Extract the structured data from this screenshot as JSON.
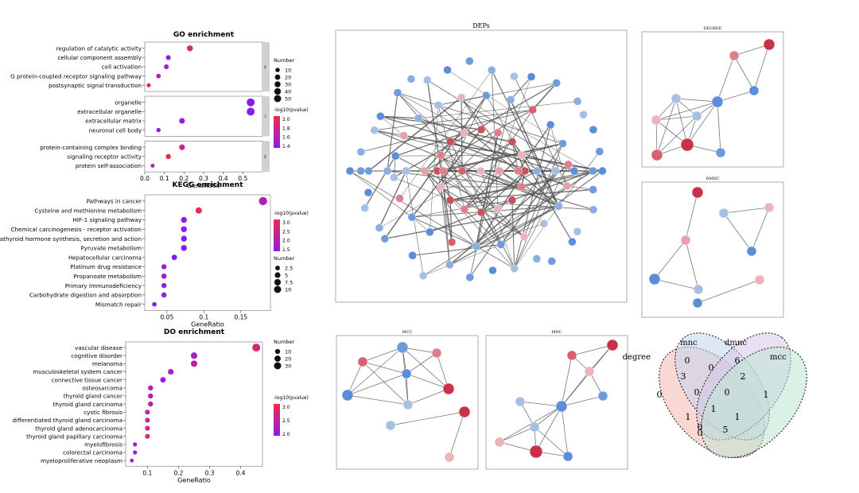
{
  "colors": {
    "low": "#8b1cf0",
    "high": "#ee2a4a",
    "node_blue": "#5b8ed8",
    "node_red": "#d03a4a",
    "frame": "#999999",
    "strip": "#d0d0d0"
  },
  "chart_data": [
    {
      "type": "scatter",
      "title": "GO enrichment",
      "xlabel": "GeneRatio",
      "xlim": [
        0,
        0.6
      ],
      "xticks": [
        0.0,
        0.1,
        0.2,
        0.3,
        0.4,
        0.5
      ],
      "facets": [
        {
          "label": "BP",
          "terms": [
            {
              "term": "regulation of catalytic activity",
              "ratio": 0.23,
              "size": 20,
              "p": 1.9
            },
            {
              "term": "cellular component assembly",
              "ratio": 0.12,
              "size": 10,
              "p": 1.4
            },
            {
              "term": "cell activation",
              "ratio": 0.11,
              "size": 10,
              "p": 1.5
            },
            {
              "term": "G protein-coupled receptor signaling pathway",
              "ratio": 0.07,
              "size": 8,
              "p": 1.7
            },
            {
              "term": "postsynaptic signal transduction",
              "ratio": 0.02,
              "size": 5,
              "p": 2.0
            }
          ]
        },
        {
          "label": "CC",
          "terms": [
            {
              "term": "organelle",
              "ratio": 0.54,
              "size": 50,
              "p": 1.3
            },
            {
              "term": "extracellular organelle",
              "ratio": 0.54,
              "size": 50,
              "p": 1.3
            },
            {
              "term": "extracellular matrix",
              "ratio": 0.19,
              "size": 18,
              "p": 1.4
            },
            {
              "term": "neuronal cell body",
              "ratio": 0.07,
              "size": 6,
              "p": 1.3
            }
          ]
        },
        {
          "label": "MF",
          "terms": [
            {
              "term": "protein-containing complex binding",
              "ratio": 0.19,
              "size": 18,
              "p": 1.8
            },
            {
              "term": "signaling receptor activity",
              "ratio": 0.12,
              "size": 12,
              "p": 2.1
            },
            {
              "term": "protein self-association",
              "ratio": 0.04,
              "size": 4,
              "p": 1.6
            }
          ]
        }
      ],
      "size_legend": {
        "title": "Number",
        "values": [
          10,
          20,
          30,
          40,
          50
        ]
      },
      "color_legend": {
        "title": "-log10(pvalue)",
        "ticks": [
          "2.0",
          "1.8",
          "1.6",
          "1.4"
        ],
        "range": [
          1.3,
          2.1
        ]
      }
    },
    {
      "type": "scatter",
      "title": "KEGG enrichment",
      "xlabel": "GeneRatio",
      "xlim": [
        0.02,
        0.19
      ],
      "xticks": [
        0.05,
        0.1,
        0.15
      ],
      "terms": [
        {
          "term": "Pathways in cancer",
          "ratio": 0.18,
          "size": 11,
          "p": 2.0
        },
        {
          "term": "Cysteine and methionine metabolism",
          "ratio": 0.093,
          "size": 5,
          "p": 3.2
        },
        {
          "term": "HIF-1 signaling pathway",
          "ratio": 0.073,
          "size": 4,
          "p": 1.3
        },
        {
          "term": "Chemical carcinogenesis - receptor activation",
          "ratio": 0.073,
          "size": 4,
          "p": 1.3
        },
        {
          "term": "Parathyroid hormone synthesis, secretion and action",
          "ratio": 0.073,
          "size": 4,
          "p": 1.3
        },
        {
          "term": "Pyruvate metabolism",
          "ratio": 0.073,
          "size": 4,
          "p": 1.3
        },
        {
          "term": "Hepatocellular carcinoma",
          "ratio": 0.06,
          "size": 3,
          "p": 1.3
        },
        {
          "term": "Platinum drug resistance",
          "ratio": 0.046,
          "size": 2.5,
          "p": 1.4
        },
        {
          "term": "Propanoate metabolism",
          "ratio": 0.046,
          "size": 2.5,
          "p": 1.5
        },
        {
          "term": "Primary immunodeficiency",
          "ratio": 0.046,
          "size": 2.5,
          "p": 1.5
        },
        {
          "term": "Carbohydrate digestion and absorption",
          "ratio": 0.046,
          "size": 2.5,
          "p": 1.4
        },
        {
          "term": "Mismatch repair",
          "ratio": 0.033,
          "size": 1.5,
          "p": 1.3
        }
      ],
      "size_legend": {
        "title": "Number",
        "values": [
          2.5,
          5.0,
          7.5,
          10.0
        ]
      },
      "color_legend": {
        "title": "-log10(pvalue)",
        "ticks": [
          "3.0",
          "2.5",
          "2.0",
          "1.5"
        ],
        "range": [
          1.3,
          3.3
        ]
      }
    },
    {
      "type": "scatter",
      "title": "DO enrichment",
      "xlabel": "GeneRatio",
      "xlim": [
        0.03,
        0.47
      ],
      "xticks": [
        0.1,
        0.2,
        0.3,
        0.4
      ],
      "terms": [
        {
          "term": "vascular disease",
          "ratio": 0.45,
          "size": 30,
          "p": 2.9
        },
        {
          "term": "cognitive disorder",
          "ratio": 0.25,
          "size": 16,
          "p": 2.1
        },
        {
          "term": "melanoma",
          "ratio": 0.25,
          "size": 16,
          "p": 2.6
        },
        {
          "term": "musculoskeletal system cancer",
          "ratio": 0.175,
          "size": 11,
          "p": 2.3
        },
        {
          "term": "connective tissue cancer",
          "ratio": 0.15,
          "size": 9,
          "p": 1.9
        },
        {
          "term": "osteosarcoma",
          "ratio": 0.11,
          "size": 7,
          "p": 2.4
        },
        {
          "term": "thyroid gland cancer",
          "ratio": 0.11,
          "size": 7,
          "p": 2.4
        },
        {
          "term": "thyroid gland carcinoma",
          "ratio": 0.11,
          "size": 7,
          "p": 2.4
        },
        {
          "term": "cystic fibrosis",
          "ratio": 0.1,
          "size": 6,
          "p": 2.6
        },
        {
          "term": "differentiated thyroid gland carcinoma",
          "ratio": 0.1,
          "size": 6,
          "p": 2.6
        },
        {
          "term": "thyroid gland adenocarcinoma",
          "ratio": 0.1,
          "size": 6,
          "p": 2.8
        },
        {
          "term": "thyroid gland papillary carcinoma",
          "ratio": 0.1,
          "size": 6,
          "p": 3.0
        },
        {
          "term": "myelofibrosis",
          "ratio": 0.06,
          "size": 3,
          "p": 1.9
        },
        {
          "term": "colorectal carcinoma",
          "ratio": 0.06,
          "size": 3,
          "p": 1.9
        },
        {
          "term": "myeloproliferative neoplasm",
          "ratio": 0.05,
          "size": 2,
          "p": 1.9
        }
      ],
      "size_legend": {
        "title": "Number",
        "values": [
          10,
          20,
          30
        ]
      },
      "color_legend": {
        "title": "-log10(pvalue)",
        "ticks": [
          "3.0",
          "2.5",
          "2.0"
        ],
        "range": [
          1.8,
          3.3
        ]
      }
    }
  ],
  "networks": [
    {
      "title": "DEPs"
    },
    {
      "title": "DEGREE"
    },
    {
      "title": "DMNC"
    },
    {
      "title": "MCC"
    },
    {
      "title": "MNC"
    }
  ],
  "venn": {
    "sets": [
      "degree",
      "mnc",
      "dmnc",
      "mcc"
    ],
    "colors": [
      "#f4b8b0",
      "#c3d6ec",
      "#d6c8e6",
      "#bde6d2"
    ],
    "regions": [
      {
        "label": "degree only",
        "count": 0
      },
      {
        "label": "mnc only",
        "count": 0
      },
      {
        "label": "dmnc only",
        "count": 6
      },
      {
        "label": "mcc only",
        "count": 1
      },
      {
        "label": "degree&mnc",
        "count": 3
      },
      {
        "label": "mnc&dmnc",
        "count": 0
      },
      {
        "label": "dmnc&mcc",
        "count": 2
      },
      {
        "label": "degree&dmnc",
        "count": 0
      },
      {
        "label": "mnc&mcc",
        "count": 0
      },
      {
        "label": "degree&mcc",
        "count": 0
      },
      {
        "label": "degree&mnc&dmnc",
        "count": 1
      },
      {
        "label": "mnc&dmnc&mcc",
        "count": 1
      },
      {
        "label": "all",
        "count": 1
      },
      {
        "label": "degree&mnc&mcc",
        "count": 0
      },
      {
        "label": "degree&dmnc&mcc",
        "count": 5
      }
    ]
  }
}
